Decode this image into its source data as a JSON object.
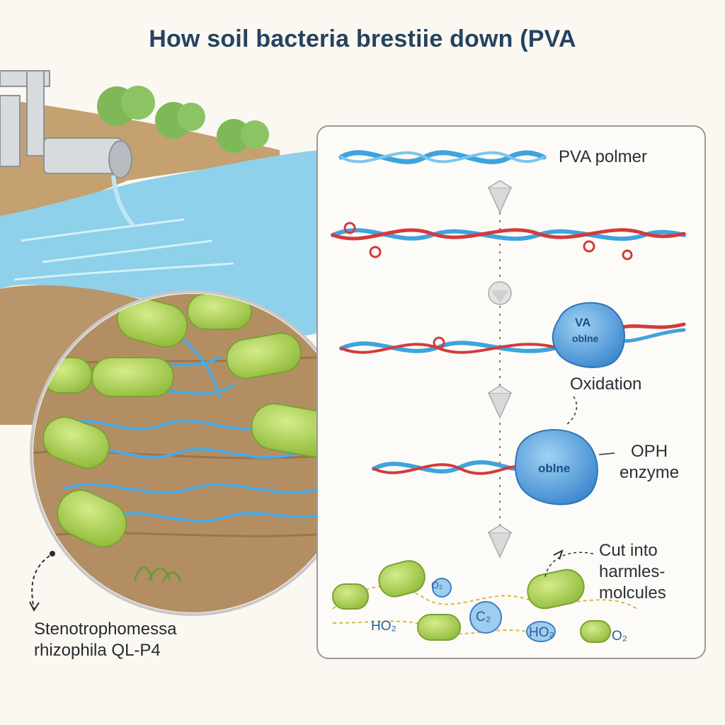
{
  "title": "How soil bacteria brestiie down (PVA",
  "labels": {
    "species_line1": "Stenotrophomessa",
    "species_line2": "rhizophila QL-P4",
    "polymer": "PVA polmer",
    "oxidation": "Oxidation",
    "enzyme_line1": "OPH",
    "enzyme_line2": "enzyme",
    "cut_line1": "Cut into",
    "cut_line2": "harmles-",
    "cut_line3": "molcules"
  },
  "blob_text": {
    "oxid_blob_top": "VA",
    "oxid_blob_bottom": "oblne",
    "enzyme_blob": "oblne"
  },
  "chemicals": {
    "ho2_left": "HO₂",
    "o2_small": "O₂",
    "c2": "C₂",
    "ho2_right": "HO₂",
    "o2_right": "O₂"
  },
  "colors": {
    "title": "#25435f",
    "pva_chain": "#3fa3de",
    "oxidized_chain": "#d23b3b",
    "bacteria": "#a8cf55",
    "water": "#8fd0ea",
    "soil": "#b9956a",
    "enzyme": "#4d9ad8",
    "panel_border": "#9a9a9a"
  }
}
